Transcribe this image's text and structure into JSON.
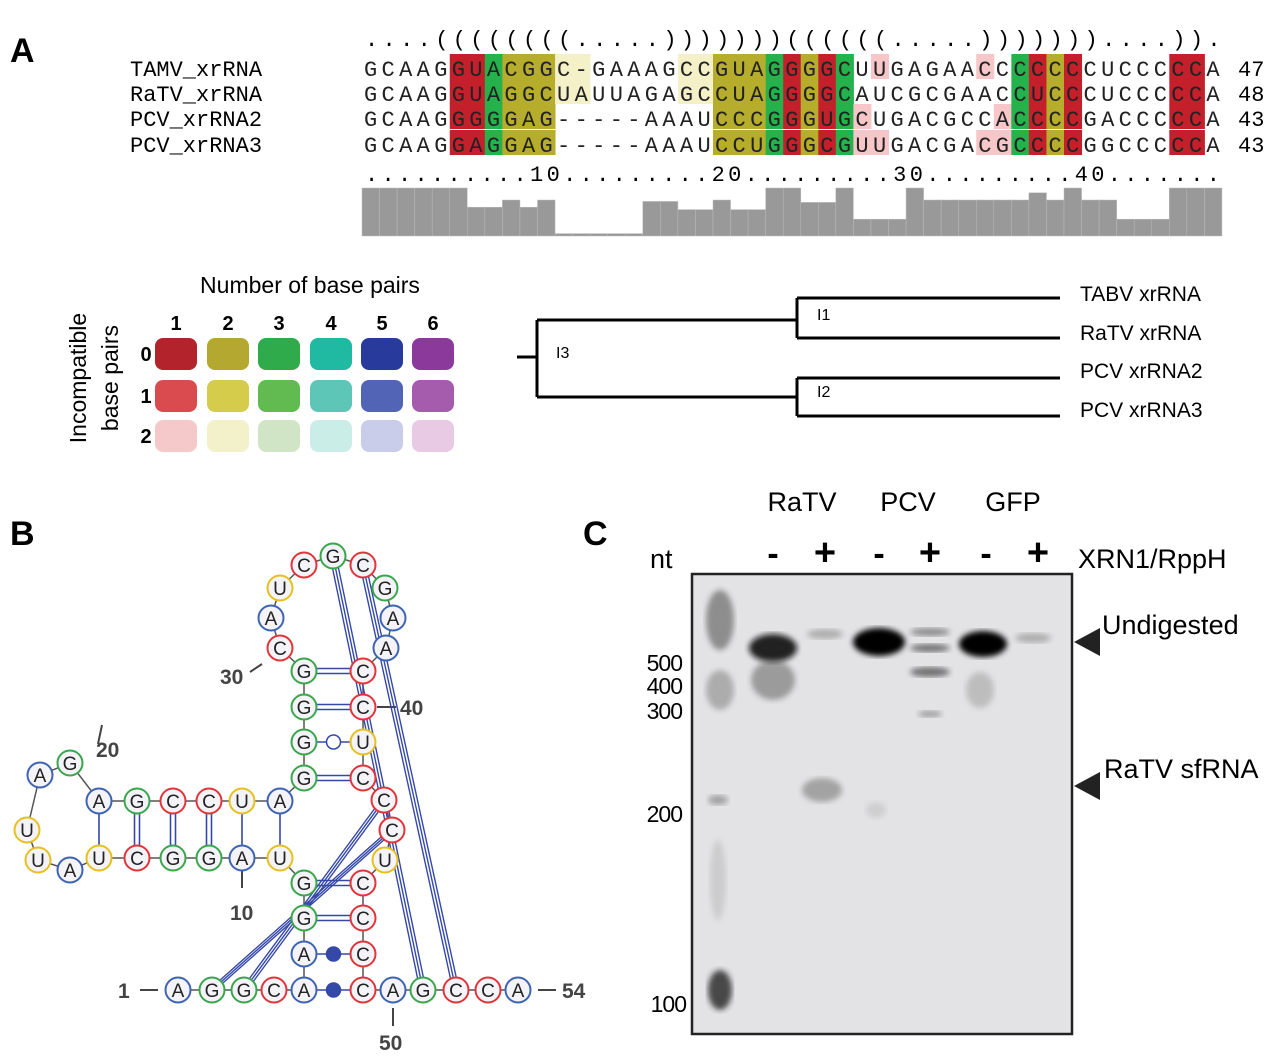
{
  "panels": {
    "a": "A",
    "b": "B",
    "c": "C"
  },
  "alignment": {
    "structure": "....((((((((.....)))))))((((((.....)))))))....)).",
    "ruler": "..........10.........20.........30.........40.......",
    "rows": [
      {
        "name": "TAMV_xrRNA",
        "seq": "GCAAGGUACGGC-GAAAGCCGUAGGGGCUUGAGAACCCCCCCUCCCCCA",
        "colors": ".....RRGOOOYY.....YYOOOGRORG.P.....P.GROR.....RR.",
        "length": "47"
      },
      {
        "name": "RaTV_xrRNA",
        "seq": "GCAAGGUAGGCUAUUAGAGCCUAGGGGCAUCGCGAACCUCCCUCCCCCA",
        "colors": ".....RRGOOOYY.....YYOOOGRORG.........GROR.....RR.",
        "length": "48"
      },
      {
        "name": "PCV_xrRNA2",
        "seq": "GCAAGGGGGAG-----AAAUCCCGGGUGCUGACGCCACCCCGACCCCCA",
        "colors": ".....RRGOOO.........OOOGRORGP.......PGROR.....RR.",
        "length": "43"
      },
      {
        "name": "PCV_xrRNA3",
        "seq": "GCAAGGAGGAG-----AAAUCCUGGGCGUUGACGACGCCCCGGCCCCCA",
        "colors": ".....RRGOOO.........OOOGRORGPP.....PPGROR.....RR.",
        "length": "43"
      }
    ],
    "cell_colors": {
      "R": "#c4202c",
      "G": "#25b24c",
      "O": "#b7ad2c",
      "Y": "#f4f0c8",
      "P": "#f6c6c8"
    },
    "conservation": [
      1,
      1,
      1,
      1,
      1,
      1,
      0.6,
      0.6,
      0.75,
      0.6,
      0.75,
      0.05,
      0.05,
      0.05,
      0.05,
      0.05,
      0.72,
      0.72,
      0.55,
      0.55,
      0.75,
      0.55,
      0.55,
      1,
      1,
      0.7,
      0.7,
      1,
      0.35,
      0.35,
      0.35,
      1,
      0.75,
      0.75,
      0.75,
      0.75,
      0.75,
      0.75,
      0.9,
      0.75,
      1,
      0.75,
      0.75,
      0.35,
      0.35,
      0.35,
      1,
      1,
      1
    ]
  },
  "legend": {
    "title": "Number of base pairs",
    "ylabel_line1": "Incompatible",
    "ylabel_line2": "base pairs",
    "columns": [
      "1",
      "2",
      "3",
      "4",
      "5",
      "6"
    ],
    "rows": [
      "0",
      "1",
      "2"
    ],
    "colors": [
      [
        "#b3232b",
        "#b4a830",
        "#2fab4b",
        "#20b9a2",
        "#283b9c",
        "#8b3a9c"
      ],
      [
        "#da4b50",
        "#d6cc4c",
        "#62bb50",
        "#5ec6b6",
        "#5264b6",
        "#a65cac"
      ],
      [
        "#f5c9ca",
        "#f3f1ca",
        "#d0e5c6",
        "#caede7",
        "#cacdea",
        "#e8cae4"
      ]
    ]
  },
  "tree": {
    "leaves": [
      "TABV xrRNA",
      "RaTV xrRNA",
      "PCV xrRNA2",
      "PCV xrRNA3"
    ],
    "nodes": [
      "I1",
      "I2",
      "I3"
    ]
  },
  "rna": {
    "sequence": "AGGCAAGGUAGGCUAUUAGAGCCUAGGGGCAUCGCGAACCUCCCUCCCCAGCCA",
    "base_colors": {
      "A": "#3d63b2",
      "G": "#3aa64c",
      "C": "#e0353b",
      "U": "#e6c01e"
    },
    "pair_color": "#3548a8",
    "labels": [
      "1",
      "10",
      "20",
      "30",
      "40",
      "50",
      "54"
    ]
  },
  "gel": {
    "lane_groups": [
      "RaTV",
      "PCV",
      "GFP"
    ],
    "treatments": [
      "-",
      "+",
      "-",
      "+",
      "-",
      "+"
    ],
    "treatment_label": "XRN1/RppH",
    "marker_unit": "nt",
    "markers": [
      "500",
      "400",
      "300",
      "200",
      "100"
    ],
    "annotations": [
      "Undigested",
      "RaTV sfRNA"
    ]
  }
}
